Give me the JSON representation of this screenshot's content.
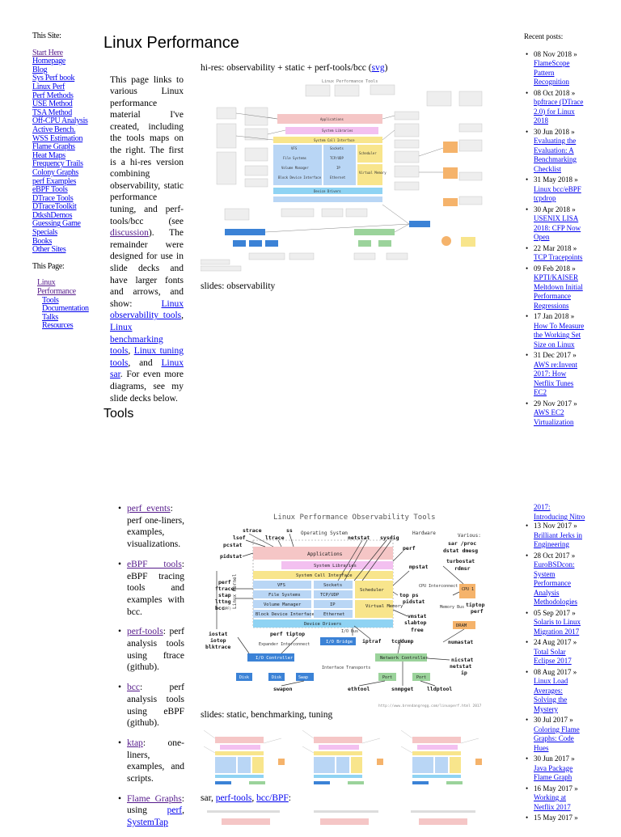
{
  "page": {
    "title": "Linux Performance",
    "tools_heading": "Tools"
  },
  "left_nav": {
    "site_label": "This Site:",
    "site_links": [
      "Start Here",
      "Homepage",
      "Blog",
      "Sys Perf book",
      "Linux Perf",
      "Perf Methods",
      "USE Method",
      "TSA Method",
      "Off-CPU Analysis",
      "Active Bench.",
      "WSS Estimation",
      "Flame Graphs",
      "Heat Maps",
      "Frequency Trails",
      "Colony Graphs",
      "perf Examples",
      "eBPF Tools",
      "DTrace Tools",
      "DTraceToolkit",
      "DtkshDemos",
      "Guessing Game",
      "Specials",
      "Books",
      "Other Sites"
    ],
    "page_label": "This Page:",
    "page_links": [
      "Linux Performance"
    ],
    "page_sub_links": [
      "Tools",
      "Documentation",
      "Talks",
      "Resources"
    ]
  },
  "intro": {
    "t1": "This page links to various Linux performance material I've created, including the tools maps on the right. The first is a hi-res version combining observability, static performance tuning, and perf-tools/bcc (see ",
    "l1": "discussion",
    "t2": "). The remainder were designed for use in slide decks and have larger fonts and arrows, and show: ",
    "l2": "Linux observability tools",
    "t3": ", ",
    "l3": "Linux benchmarking tools",
    "t4": ", ",
    "l4": "Linux tuning tools",
    "t5": ", and ",
    "l5": "Linux sar",
    "t6": ". For even more diagrams, see my slide decks below."
  },
  "figures": {
    "hires_caption_pre": "hi-res: observability + static + perf-tools/bcc (",
    "hires_caption_link": "svg",
    "hires_caption_post": ")",
    "obs_caption": "slides: observability",
    "static_caption": "slides: static, benchmarking, tuning",
    "sar_caption_pre": "sar, ",
    "sar_caption_l1": "perf-tools",
    "sar_caption_mid": ", ",
    "sar_caption_l2": "bcc/BPF",
    "sar_caption_post": ":",
    "obs_title": "Linux Performance Observability Tools",
    "obs_url": "http://www.brendangregg.com/linuxperf.html 2017",
    "hires_title": "Linux Performance Tools",
    "layers": {
      "os": "Operating System",
      "hardware": "Hardware",
      "various": "Various:",
      "applications": "Applications",
      "system_libraries": "System Libraries",
      "syscall": "System Call Interface",
      "vfs": "VFS",
      "sockets": "Sockets",
      "scheduler": "Scheduler",
      "file_systems": "File Systems",
      "tcp_udp": "TCP/UDP",
      "volume_manager": "Volume Manager",
      "ip": "IP",
      "virtual_memory": "Virtual Memory",
      "block_device": "Block Device Interface",
      "ethernet": "Ethernet",
      "device_drivers": "Device Drivers",
      "linux_kernel": "Linux Kernel",
      "cpu": "CPU 1",
      "cpu_interconnect": "CPU Interconnect",
      "memory_bus": "Memory Bus",
      "dram": "DRAM",
      "io_bus": "I/O Bus",
      "io_bridge": "I/O Bridge",
      "expander": "Expander Interconnect",
      "io_controller": "I/O Controller",
      "interface_transports": "Interface Transports",
      "network_controller": "Network Controller",
      "disk": "Disk",
      "swap": "Swap",
      "port": "Port"
    },
    "tool_labels": {
      "strace": "strace",
      "ss": "ss",
      "lsof": "lsof",
      "ltrace": "ltrace",
      "pcstat": "pcstat",
      "netstat": "netstat",
      "sysdig": "sysdig",
      "pidstat": "pidstat",
      "perf": "perf",
      "sar_proc": "sar /proc",
      "dstat_dmesg": "dstat dmesg",
      "turbostat": "turbostat",
      "rdmsr": "rdmsr",
      "mpstat": "mpstat",
      "ftrace": "ftrace",
      "stap": "stap",
      "lttng": "lttng",
      "bcc": "bcc",
      "bpf": "(BPF)",
      "top_ps": "top ps",
      "tiptop": "tiptop",
      "vmstat": "vmstat",
      "slabtop": "slabtop",
      "free": "free",
      "numastat": "numastat",
      "iostat": "iostat",
      "iotop": "iotop",
      "blktrace": "blktrace",
      "perf_tiptop": "perf tiptop",
      "iptraf": "iptraf",
      "tcpdump": "tcpdump",
      "nicstat": "nicstat",
      "ip": "ip",
      "swapon": "swapon",
      "ethtool": "ethtool",
      "snmpget": "snmpget",
      "lldptool": "lldptool"
    }
  },
  "tools_list": [
    {
      "link": "perf_events",
      "text": ": perf one-liners, examples, visualizations."
    },
    {
      "link": "eBPF tools",
      "text": ": eBPF tracing tools and examples with bcc."
    },
    {
      "link": "perf-tools",
      "text": ": perf analysis tools using ftrace (github)."
    },
    {
      "link": "bcc",
      "text": ": perf analysis tools using eBPF (github)."
    },
    {
      "link": "ktap",
      "text": ": one-liners, examples, and scripts."
    },
    {
      "link": "Flame Graphs",
      "text": ": using ",
      "link2": "perf",
      "text2": ", ",
      "link3": "SystemTap"
    }
  ],
  "recent_posts": {
    "header": "Recent posts:",
    "items": [
      {
        "date": "08 Nov 2018 »",
        "title": "FlameScope Pattern Recognition"
      },
      {
        "date": "08 Oct 2018 »",
        "title": "bpftrace (DTrace 2.0) for Linux 2018"
      },
      {
        "date": "30 Jun 2018 »",
        "title": "Evaluating the Evaluation: A Benchmarking Checklist"
      },
      {
        "date": "31 May 2018 »",
        "title": "Linux bcc/eBPF tcpdrop"
      },
      {
        "date": "30 Apr 2018 »",
        "title": "USENIX LISA 2018: CFP Now Open"
      },
      {
        "date": "22 Mar 2018 »",
        "title": "TCP Tracepoints"
      },
      {
        "date": "09 Feb 2018 »",
        "title": "KPTI/KAISER Meltdown Initial Performance Regressions"
      },
      {
        "date": "17 Jan 2018 »",
        "title": "How To Measure the Working Set Size on Linux"
      },
      {
        "date": "31 Dec 2017 »",
        "title": "AWS re:Invent 2017: How Netflix Tunes EC2"
      },
      {
        "date": "29 Nov 2017 »",
        "title": "AWS EC2 Virtualization"
      }
    ],
    "continued": "2017: Introducing Nitro",
    "items2": [
      {
        "date": "13 Nov 2017 »",
        "title": "Brilliant Jerks in Engineering"
      },
      {
        "date": "28 Oct 2017 »",
        "title": "EuroBSDcon: System Performance Analysis Methodologies"
      },
      {
        "date": "05 Sep 2017 »",
        "title": "Solaris to Linux Migration 2017"
      },
      {
        "date": "24 Aug 2017 »",
        "title": "Total Solar Eclipse 2017"
      },
      {
        "date": "08 Aug 2017 »",
        "title": "Linux Load Averages: Solving the Mystery"
      },
      {
        "date": "30 Jul 2017 »",
        "title": "Coloring Flame Graphs: Code Hues"
      },
      {
        "date": "30 Jun 2017 »",
        "title": "Java Package Flame Graph"
      },
      {
        "date": "16 May 2017 »",
        "title": "Working at Netflix 2017"
      },
      {
        "date": "15 May 2017 »",
        "title": ""
      }
    ]
  },
  "colors": {
    "link": "#0000ee",
    "visited": "#551a8b",
    "applications": "#f5c6c6",
    "libraries": "#f3c0f0",
    "syscall": "#f8e58c",
    "kernel_blue": "#b9d6f5",
    "scheduler": "#f8e58c",
    "memory": "#f8e58c",
    "drivers": "#8fd3f3",
    "io_box": "#3b82d6",
    "cpu": "#f5b36b",
    "green": "#9bd39b"
  }
}
